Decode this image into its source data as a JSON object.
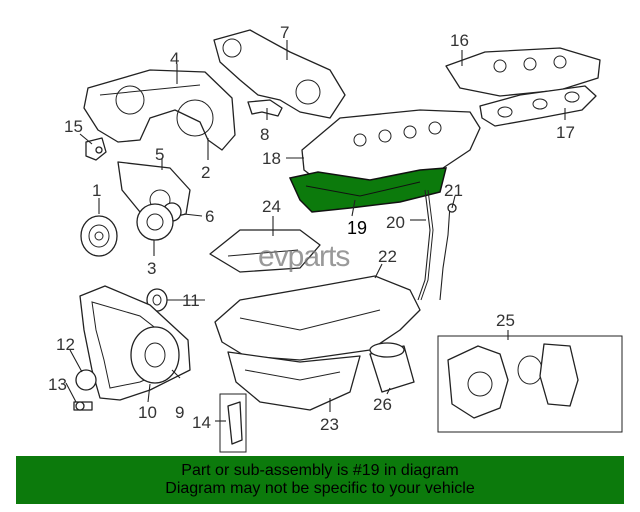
{
  "watermark": "evparts",
  "callouts": {
    "c1": "1",
    "c2": "2",
    "c3": "3",
    "c4": "4",
    "c5": "5",
    "c6": "6",
    "c7": "7",
    "c8": "8",
    "c9": "9",
    "c10": "10",
    "c11": "11",
    "c12": "12",
    "c13": "13",
    "c14": "14",
    "c15": "15",
    "c16": "16",
    "c17": "17",
    "c18": "18",
    "c19": "19",
    "c20": "20",
    "c21": "21",
    "c22": "22",
    "c23": "23",
    "c24": "24",
    "c25": "25",
    "c26": "26"
  },
  "highlight": {
    "part": "19",
    "color": "#0c7a0c"
  },
  "banner": {
    "line1": "Part or sub-assembly is #19 in diagram",
    "line2": "Diagram may not be specific to your vehicle",
    "background": "#0c7a0c"
  }
}
